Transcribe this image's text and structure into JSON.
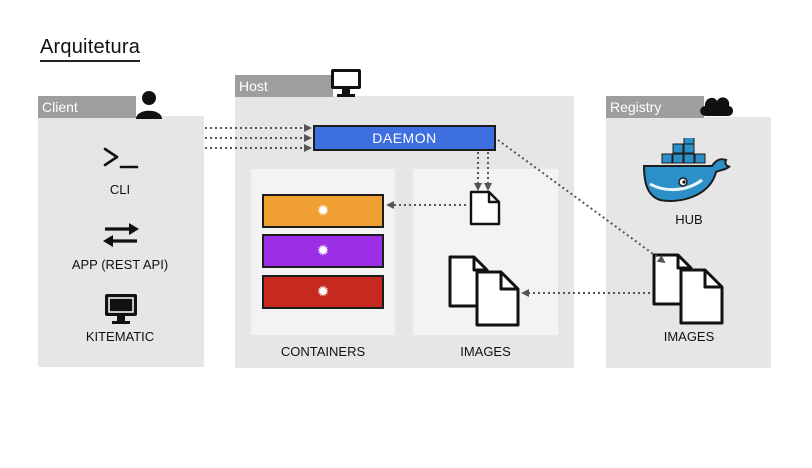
{
  "title": "Arquitetura",
  "client": {
    "tab_label": "Client",
    "items": [
      {
        "label": "CLI",
        "icon": "terminal-icon"
      },
      {
        "label": "APP (REST API)",
        "icon": "exchange-arrows-icon"
      },
      {
        "label": "KITEMATIC",
        "icon": "monitor-icon"
      }
    ],
    "tab_icon": "user-icon"
  },
  "host": {
    "tab_label": "Host",
    "tab_icon": "monitor-icon",
    "daemon_label": "DAEMON",
    "containers_label": "CONTAINERS",
    "images_label": "IMAGES",
    "container_colors": [
      "#f0a033",
      "#9b2fe6",
      "#c62a1f"
    ]
  },
  "registry": {
    "tab_label": "Registry",
    "tab_icon": "cloud-icon",
    "hub_label": "HUB",
    "images_label": "IMAGES"
  },
  "colors": {
    "panel": "#e6e6e6",
    "tab": "#9e9e9e",
    "daemon": "#3d6fe0"
  }
}
